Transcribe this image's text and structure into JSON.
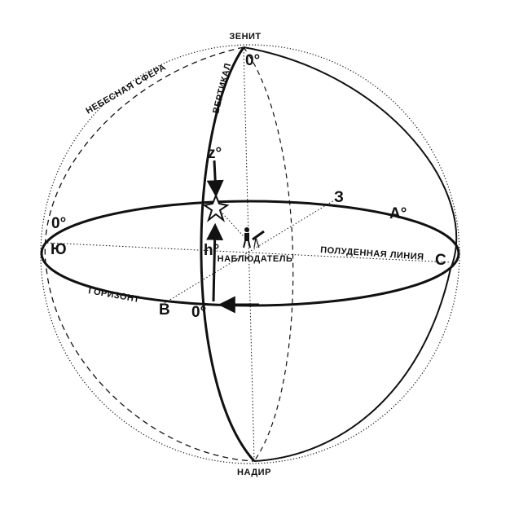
{
  "labels": {
    "zenith": "ЗЕНИТ",
    "nadir": "НАДИР",
    "celestial_sphere": "НЕБЕСНАЯ СФЕРА",
    "vertical": "ВЕРТИКАЛ",
    "observer": "НАБЛЮДАТЕЛЬ",
    "meridian_line": "ПОЛУДЕННАЯ ЛИНИЯ",
    "horizon": "ГОРИЗОНТ",
    "south": "Ю",
    "north": "С",
    "west": "З",
    "east": "В",
    "azimuth": "A°",
    "altitude": "h°",
    "zenith_distance": "z°",
    "zero_zenith": "0°",
    "zero_south": "0°",
    "zero_horizon": "0°"
  },
  "colors": {
    "line": "#111111",
    "background": "#ffffff"
  }
}
